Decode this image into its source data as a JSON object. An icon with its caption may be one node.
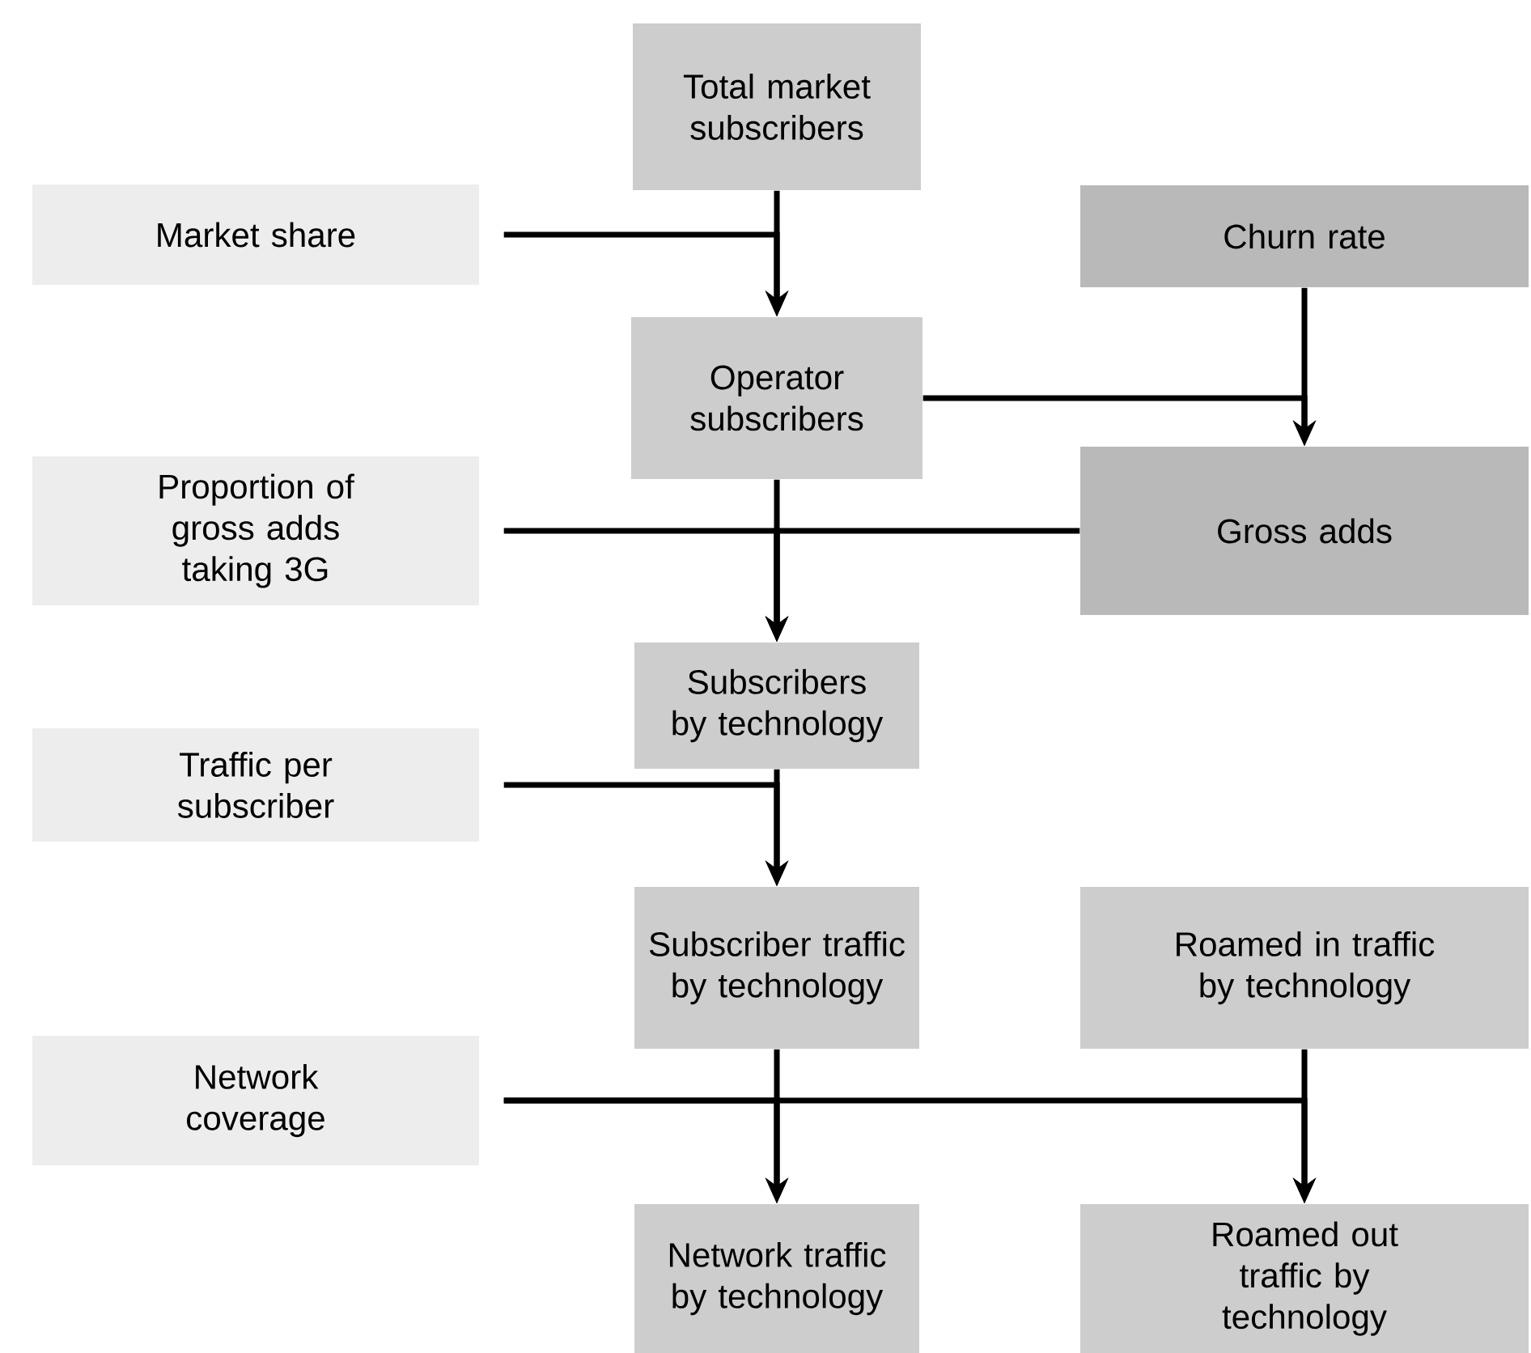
{
  "diagram": {
    "nodes": [
      {
        "text": [
          "Total market subscribers"
        ]
      },
      {
        "text": [
          "Market share"
        ]
      },
      {
        "text": [
          "Churn rate"
        ]
      },
      {
        "text": [
          "Operator subscribers"
        ]
      },
      {
        "text": [
          "Proportion of gross adds taking 3G"
        ]
      },
      {
        "text": [
          "Gross adds"
        ]
      },
      {
        "text": [
          "Subscribers by technology"
        ]
      },
      {
        "text": [
          "Traffic per subscriber"
        ]
      },
      {
        "text": [
          "Subscriber traffic by technology"
        ]
      },
      {
        "text": [
          "Roamed in traffic by technology"
        ]
      },
      {
        "text": [
          "Network coverage"
        ]
      },
      {
        "text": [
          "Network traffic by technology"
        ]
      },
      {
        "text": [
          "Roamed out traffic by technology"
        ]
      }
    ],
    "edges": [
      {
        "from": 0,
        "to": 3,
        "arrow": "to"
      },
      {
        "from": 1,
        "to": 3,
        "arrow": "to"
      },
      {
        "from": 2,
        "to": 5,
        "arrow": "to"
      },
      {
        "from": 3,
        "to": 5,
        "arrow": "to"
      },
      {
        "from": 3,
        "to": 6,
        "arrow": "to"
      },
      {
        "from": 4,
        "to": 6,
        "arrow": "to"
      },
      {
        "from": 5,
        "to": 6,
        "arrow": "to"
      },
      {
        "from": 6,
        "to": 8,
        "arrow": "to"
      },
      {
        "from": 7,
        "to": 8,
        "arrow": "to"
      },
      {
        "from": 8,
        "to": 11,
        "arrow": "to"
      },
      {
        "from": 10,
        "to": 11,
        "arrow": "to"
      },
      {
        "from": 10,
        "to": 12,
        "arrow": "to"
      },
      {
        "from": 9,
        "to": 12,
        "arrow": "to"
      }
    ]
  }
}
